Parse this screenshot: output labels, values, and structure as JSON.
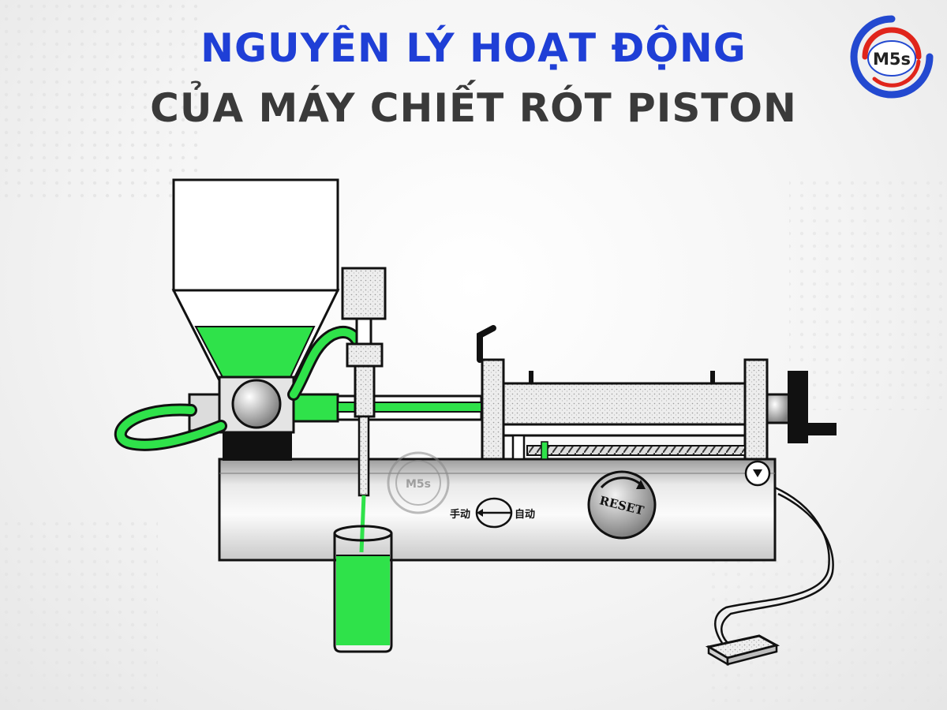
{
  "title": {
    "line1": "NGUYÊN LÝ HOẠT ĐỘNG",
    "line2": "CỦA MÁY CHIẾT RÓT PISTON"
  },
  "logo": {
    "text": "M5s"
  },
  "machine": {
    "watermark": "M5s",
    "mode_switch": {
      "left_label": "手动",
      "right_label": "自动"
    },
    "reset_knob": {
      "label": "RESET"
    }
  },
  "colors": {
    "title_blue": "#1f3fd6",
    "title_gray": "#3a3a3a",
    "liquid_green": "#2fe24a",
    "logo_red": "#e0251b",
    "logo_blue": "#2349d0"
  }
}
